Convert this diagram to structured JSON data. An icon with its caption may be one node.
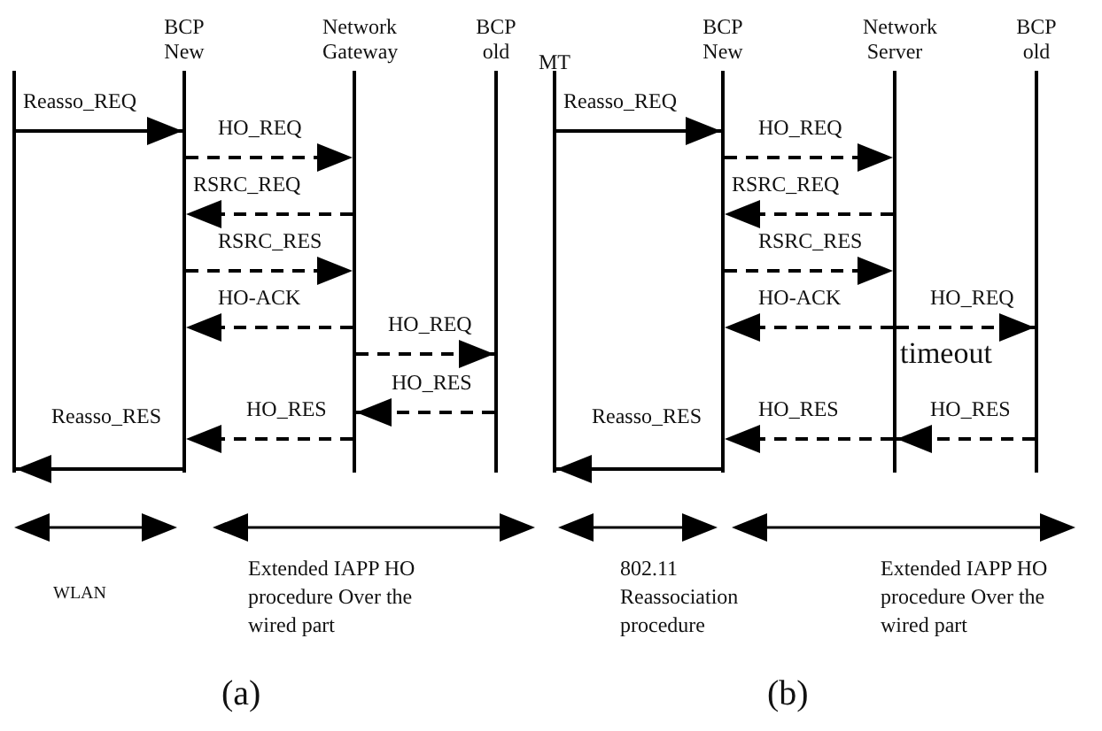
{
  "diagram": {
    "nodes": [
      {
        "text": [],
        "shape": "bar"
      },
      {
        "text": [
          "BCP New"
        ]
      },
      {
        "text": [
          "Network Gateway"
        ]
      },
      {
        "text": [
          "BCP old"
        ]
      },
      {
        "text": [
          "MT"
        ]
      },
      {
        "text": [
          "BCP New"
        ]
      },
      {
        "text": [
          "Network Server"
        ]
      },
      {
        "text": [
          "BCP old"
        ]
      }
    ],
    "edges": [
      {
        "from": 0,
        "to": 1,
        "arrow": "to",
        "label": "Reasso_REQ"
      },
      {
        "from": 1,
        "to": 2,
        "arrow": "to",
        "label": "HO_REQ",
        "style": "dashed"
      },
      {
        "from": 2,
        "to": 1,
        "arrow": "to",
        "label": "RSRC_REQ",
        "style": "dashed"
      },
      {
        "from": 1,
        "to": 2,
        "arrow": "to",
        "label": "RSRC_RES",
        "style": "dashed"
      },
      {
        "from": 2,
        "to": 1,
        "arrow": "to",
        "label": "HO-ACK",
        "style": "dashed"
      },
      {
        "from": 2,
        "to": 3,
        "arrow": "to",
        "label": "HO_REQ",
        "style": "dashed"
      },
      {
        "from": 3,
        "to": 2,
        "arrow": "to",
        "label": "HO_RES",
        "style": "dashed"
      },
      {
        "from": 2,
        "to": 1,
        "arrow": "to",
        "label": "HO_RES",
        "style": "dashed"
      },
      {
        "from": 1,
        "to": 0,
        "arrow": "to",
        "label": "Reasso_RES"
      },
      {
        "from": 4,
        "to": 5,
        "arrow": "to",
        "label": "Reasso_REQ"
      },
      {
        "from": 5,
        "to": 6,
        "arrow": "to",
        "label": "HO_REQ",
        "style": "dashed"
      },
      {
        "from": 6,
        "to": 5,
        "arrow": "to",
        "label": "RSRC_REQ",
        "style": "dashed"
      },
      {
        "from": 5,
        "to": 6,
        "arrow": "to",
        "label": "RSRC_RES",
        "style": "dashed"
      },
      {
        "from": 6,
        "to": 5,
        "arrow": "to",
        "label": "HO-ACK",
        "style": "dashed"
      },
      {
        "from": 6,
        "to": 7,
        "arrow": "to",
        "label": "HO_REQ",
        "style": "dashed"
      },
      {
        "from": 7,
        "to": 6,
        "arrow": "to",
        "label": "HO_RES",
        "style": "dashed"
      },
      {
        "from": 6,
        "to": 5,
        "arrow": "to",
        "label": "HO_RES",
        "style": "dashed"
      },
      {
        "from": 5,
        "to": 4,
        "arrow": "to",
        "label": "Reasso_RES"
      }
    ],
    "labels": [
      "timeout",
      "WLAN",
      "Extended IAPP HO procedure Over the wired part",
      "802.11 Reassociation procedure",
      "Extended IAPP HO procedure Over the wired part",
      "(a)",
      "(b)"
    ]
  }
}
